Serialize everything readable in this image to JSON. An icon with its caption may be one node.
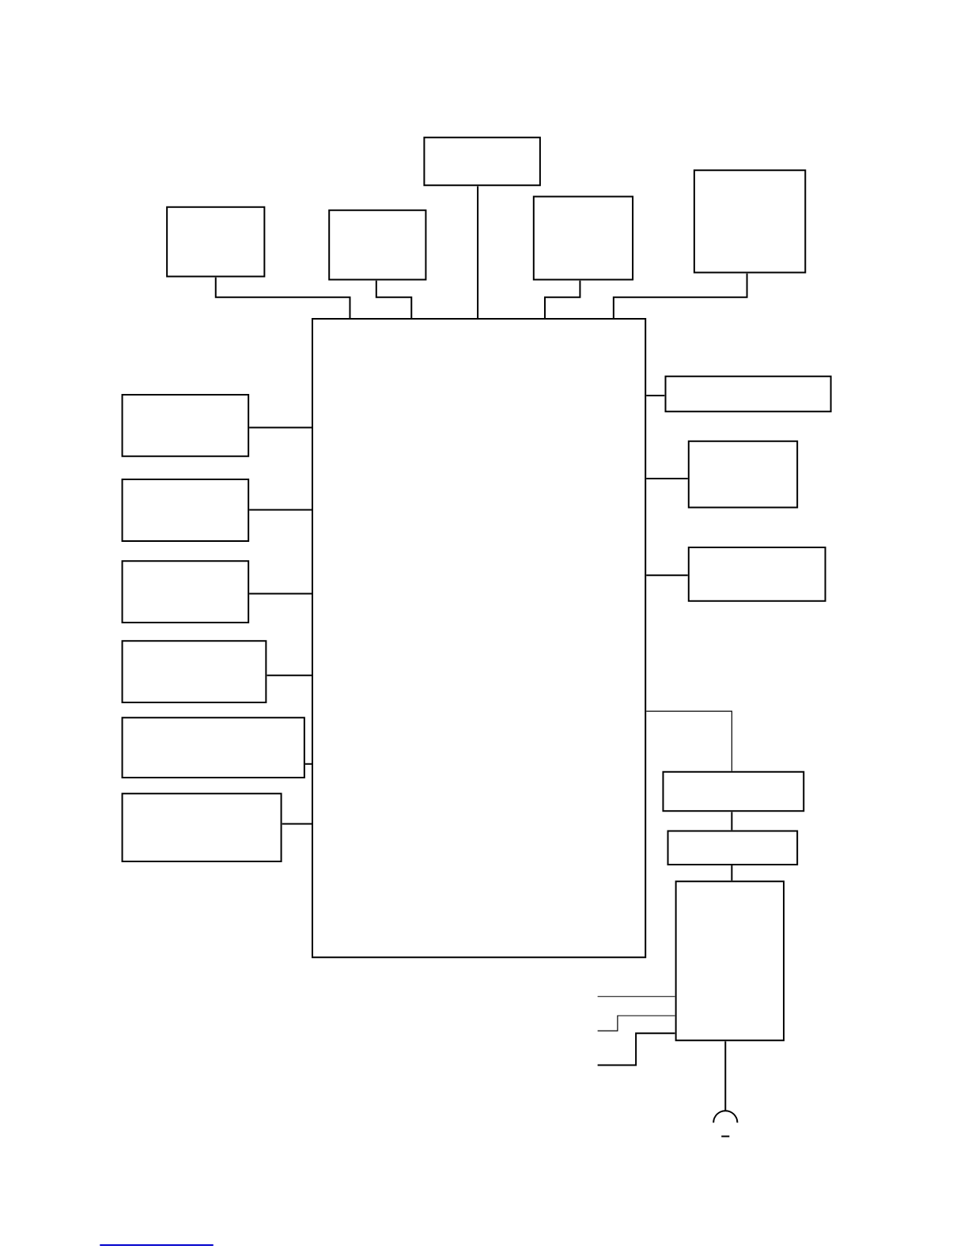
{
  "diagram": {
    "nodes": [
      {
        "text": [],
        "shape": "box"
      },
      {
        "text": [],
        "shape": "box"
      },
      {
        "text": [],
        "shape": "box"
      },
      {
        "text": [],
        "shape": "box"
      },
      {
        "text": [],
        "shape": "box"
      },
      {
        "text": [],
        "shape": "box"
      },
      {
        "text": [],
        "shape": "box"
      },
      {
        "text": [],
        "shape": "box"
      },
      {
        "text": [],
        "shape": "box"
      },
      {
        "text": [],
        "shape": "box"
      },
      {
        "text": [],
        "shape": "box"
      },
      {
        "text": [],
        "shape": "box"
      },
      {
        "text": [],
        "shape": "box"
      },
      {
        "text": [],
        "shape": "box"
      },
      {
        "text": [],
        "shape": "box"
      },
      {
        "text": [],
        "shape": "box"
      },
      {
        "text": [],
        "shape": "box"
      },
      {
        "text": [],
        "shape": "box"
      },
      {
        "text": [],
        "shape": "arc"
      }
    ],
    "edges": [
      {
        "from": 1,
        "to": 0,
        "arrow": "none"
      },
      {
        "from": 2,
        "to": 0,
        "arrow": "none"
      },
      {
        "from": 3,
        "to": 0,
        "arrow": "none"
      },
      {
        "from": 4,
        "to": 0,
        "arrow": "none"
      },
      {
        "from": 5,
        "to": 0,
        "arrow": "none"
      },
      {
        "from": 6,
        "to": 0,
        "arrow": "none"
      },
      {
        "from": 7,
        "to": 0,
        "arrow": "none"
      },
      {
        "from": 8,
        "to": 0,
        "arrow": "none"
      },
      {
        "from": 9,
        "to": 0,
        "arrow": "none"
      },
      {
        "from": 10,
        "to": 0,
        "arrow": "none"
      },
      {
        "from": 11,
        "to": 0,
        "arrow": "none"
      },
      {
        "from": 0,
        "to": 12,
        "arrow": "none"
      },
      {
        "from": 0,
        "to": 13,
        "arrow": "none"
      },
      {
        "from": 0,
        "to": 14,
        "arrow": "none"
      },
      {
        "from": 0,
        "to": 15,
        "arrow": "none"
      },
      {
        "from": 15,
        "to": 16,
        "arrow": "none"
      },
      {
        "from": 16,
        "to": 17,
        "arrow": "none"
      },
      {
        "from": 17,
        "to": 18,
        "arrow": "none"
      },
      {
        "from": null,
        "to": 17,
        "arrow": "none"
      },
      {
        "from": null,
        "to": 17,
        "arrow": "none"
      },
      {
        "from": null,
        "to": 17,
        "arrow": "none"
      }
    ]
  }
}
